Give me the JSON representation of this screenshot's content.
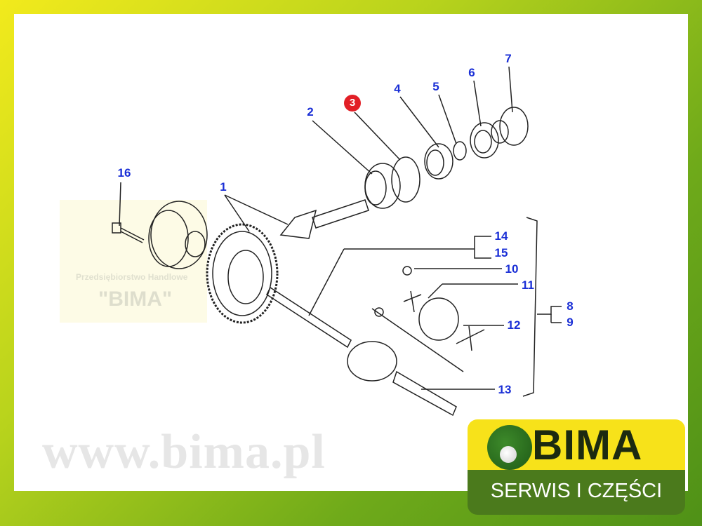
{
  "diagram": {
    "part_labels": {
      "p1": "1",
      "p2": "2",
      "p3": "3",
      "p4": "4",
      "p5": "5",
      "p6": "6",
      "p7": "7",
      "p8": "8",
      "p9": "9",
      "p10": "10",
      "p11": "11",
      "p12": "12",
      "p13": "13",
      "p14": "14",
      "p15": "15",
      "p16": "16"
    },
    "highlighted_part": "3",
    "highlight_color": "#e21f26",
    "label_color": "#1a2fd6"
  },
  "watermark": {
    "url": "www.bima.pl",
    "company_line": "Przedsiębiorstwo Handlowe",
    "company_name": "\"BIMA\""
  },
  "logo": {
    "name": "BIMA",
    "tagline": "SERWIS I CZĘŚCI"
  }
}
